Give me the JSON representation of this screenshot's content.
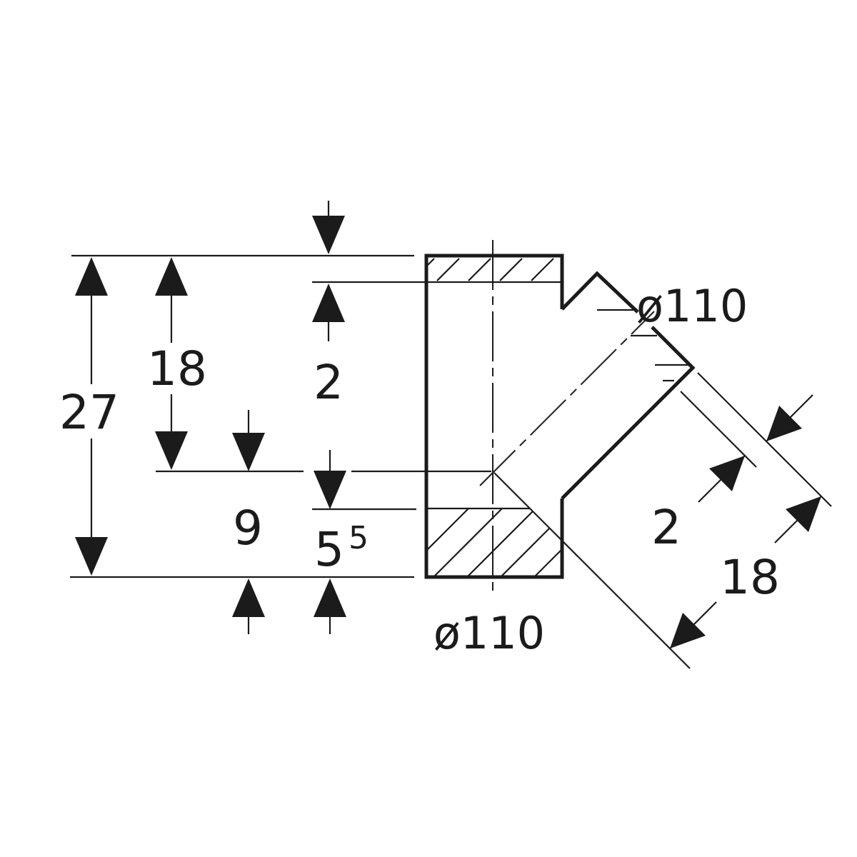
{
  "drawing": {
    "background_color": "#ffffff",
    "line_color": "#1b1b1b",
    "dimensions": {
      "height_total": "27",
      "upper_height": "18",
      "top_wall_thickness": "2",
      "lower_height": "9",
      "socket_depth_main": "5",
      "socket_depth_sup": "5",
      "branch_wall_thickness": "2",
      "branch_socket_depth": "18",
      "diameter_top": "ø110",
      "diameter_bottom": "ø110"
    }
  }
}
